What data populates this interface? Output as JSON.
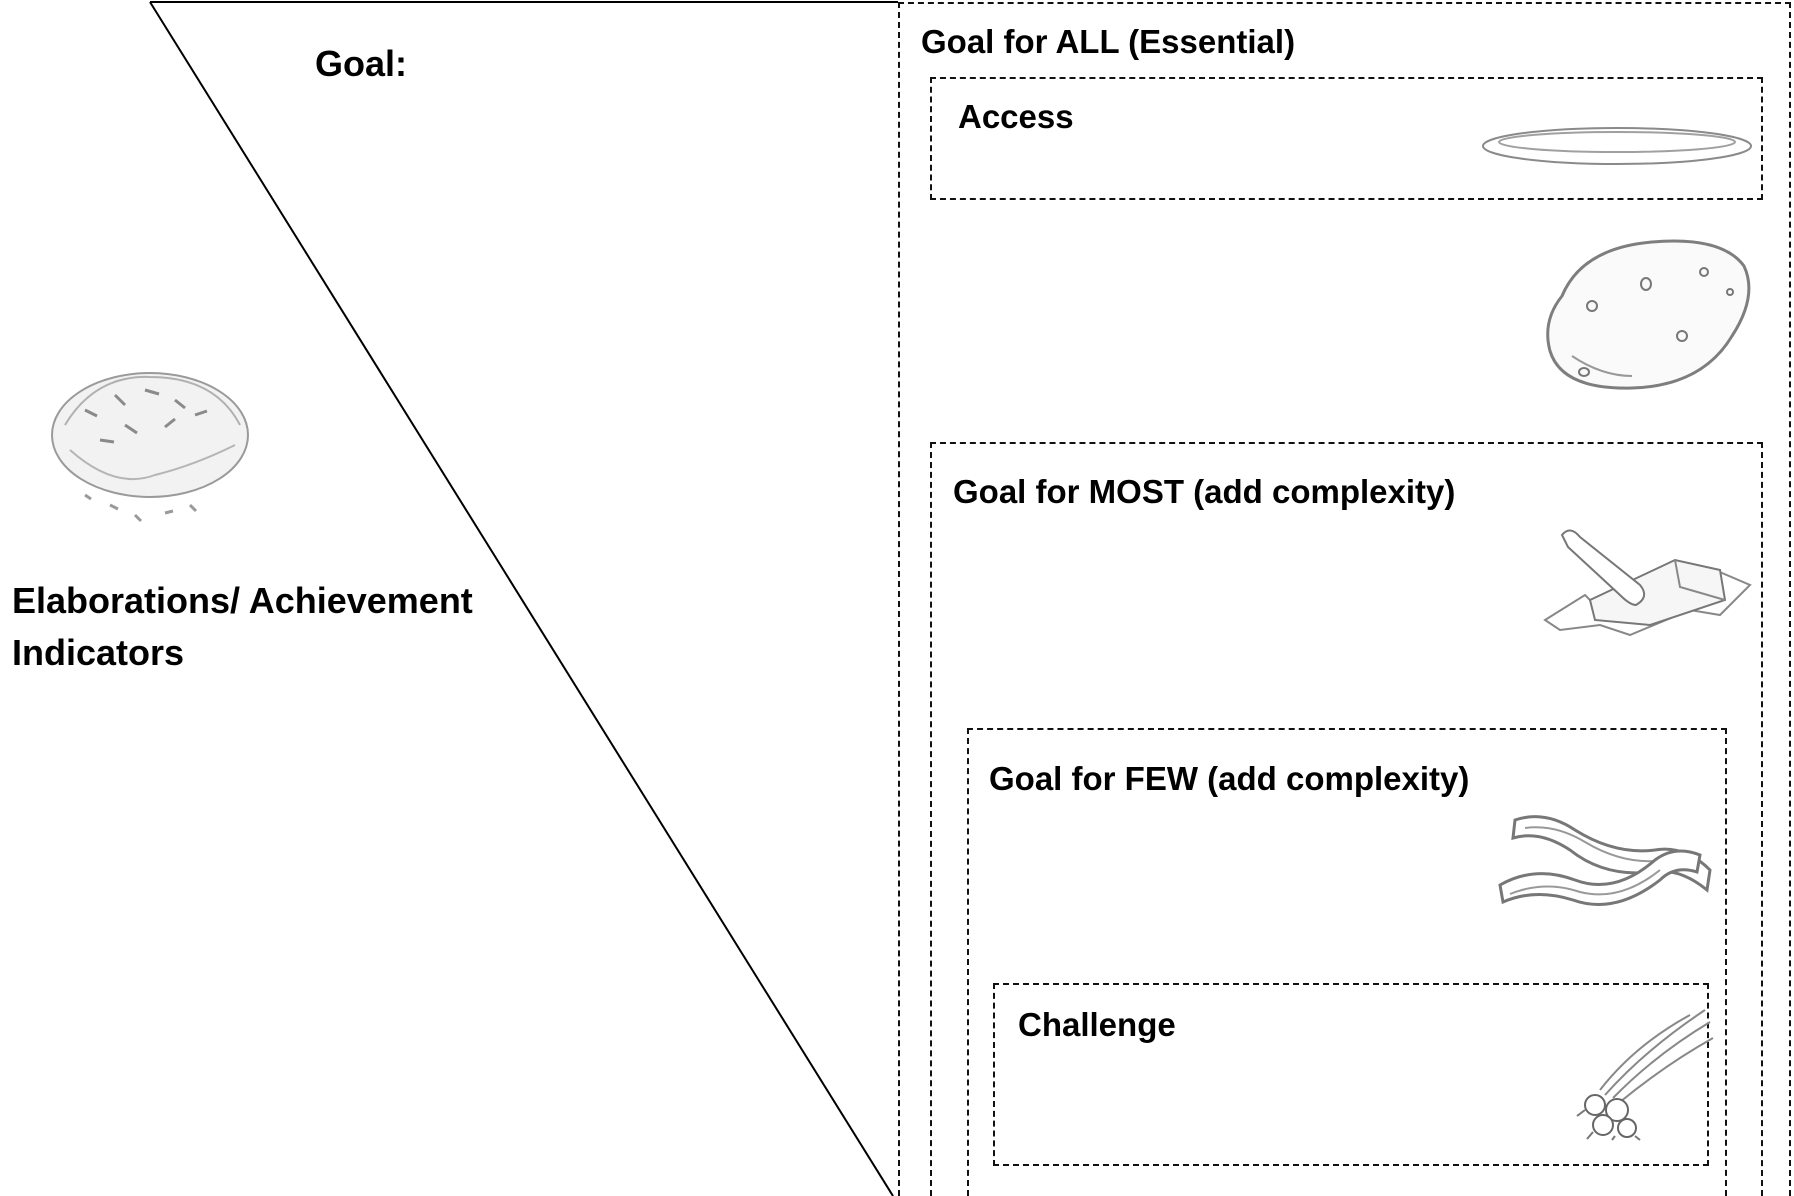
{
  "goal_label": "Goal:",
  "elaborations_label": "Elaborations/ Achievement Indicators",
  "tiers": {
    "all": "Goal for ALL (Essential)",
    "access": "Access",
    "most": "Goal for MOST (add complexity)",
    "few": "Goal for FEW (add complexity)",
    "challenge": "Challenge"
  },
  "icons": {
    "loaded_potato": "loaded-baked-potato-icon",
    "plate": "plate-icon",
    "potato": "potato-icon",
    "butter": "butter-knife-icon",
    "bacon": "bacon-icon",
    "onions": "green-onion-icon"
  }
}
